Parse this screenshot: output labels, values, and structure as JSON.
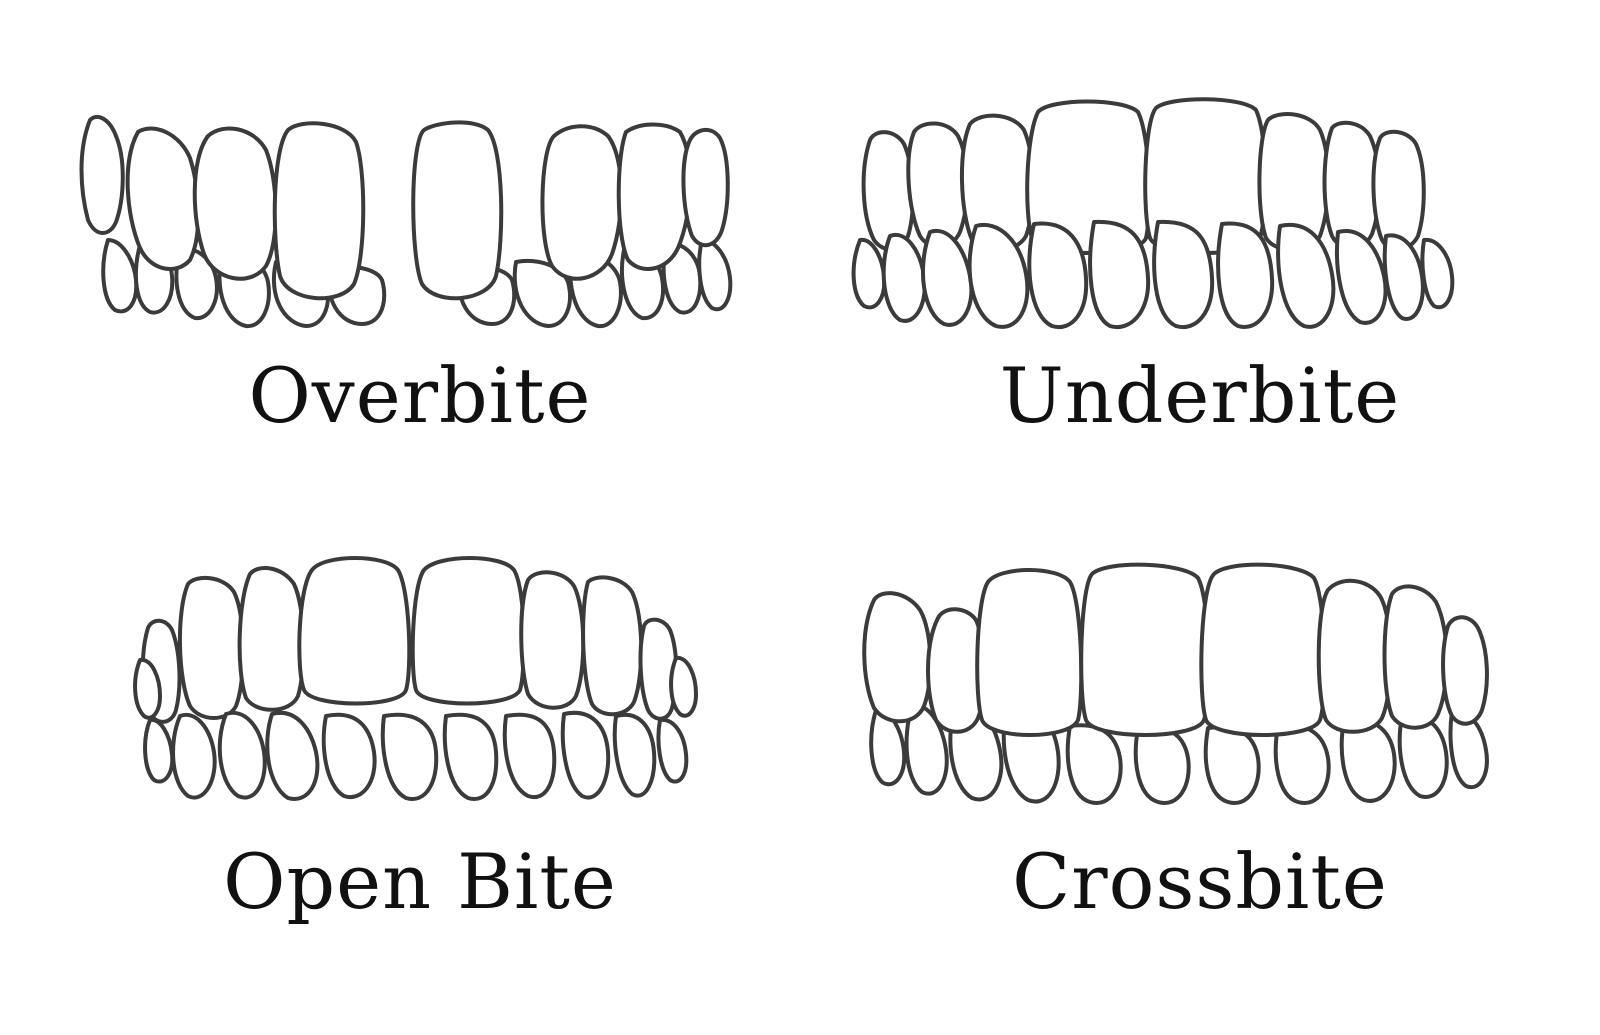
{
  "panels": [
    {
      "label": "Overbite",
      "icon": "overbite-teeth-icon"
    },
    {
      "label": "Underbite",
      "icon": "underbite-teeth-icon"
    },
    {
      "label": "Open Bite",
      "icon": "open-bite-teeth-icon"
    },
    {
      "label": "Crossbite",
      "icon": "crossbite-teeth-icon"
    }
  ],
  "colors": {
    "line": "#3b3b3b",
    "text": "#111111",
    "background": "#ffffff"
  }
}
